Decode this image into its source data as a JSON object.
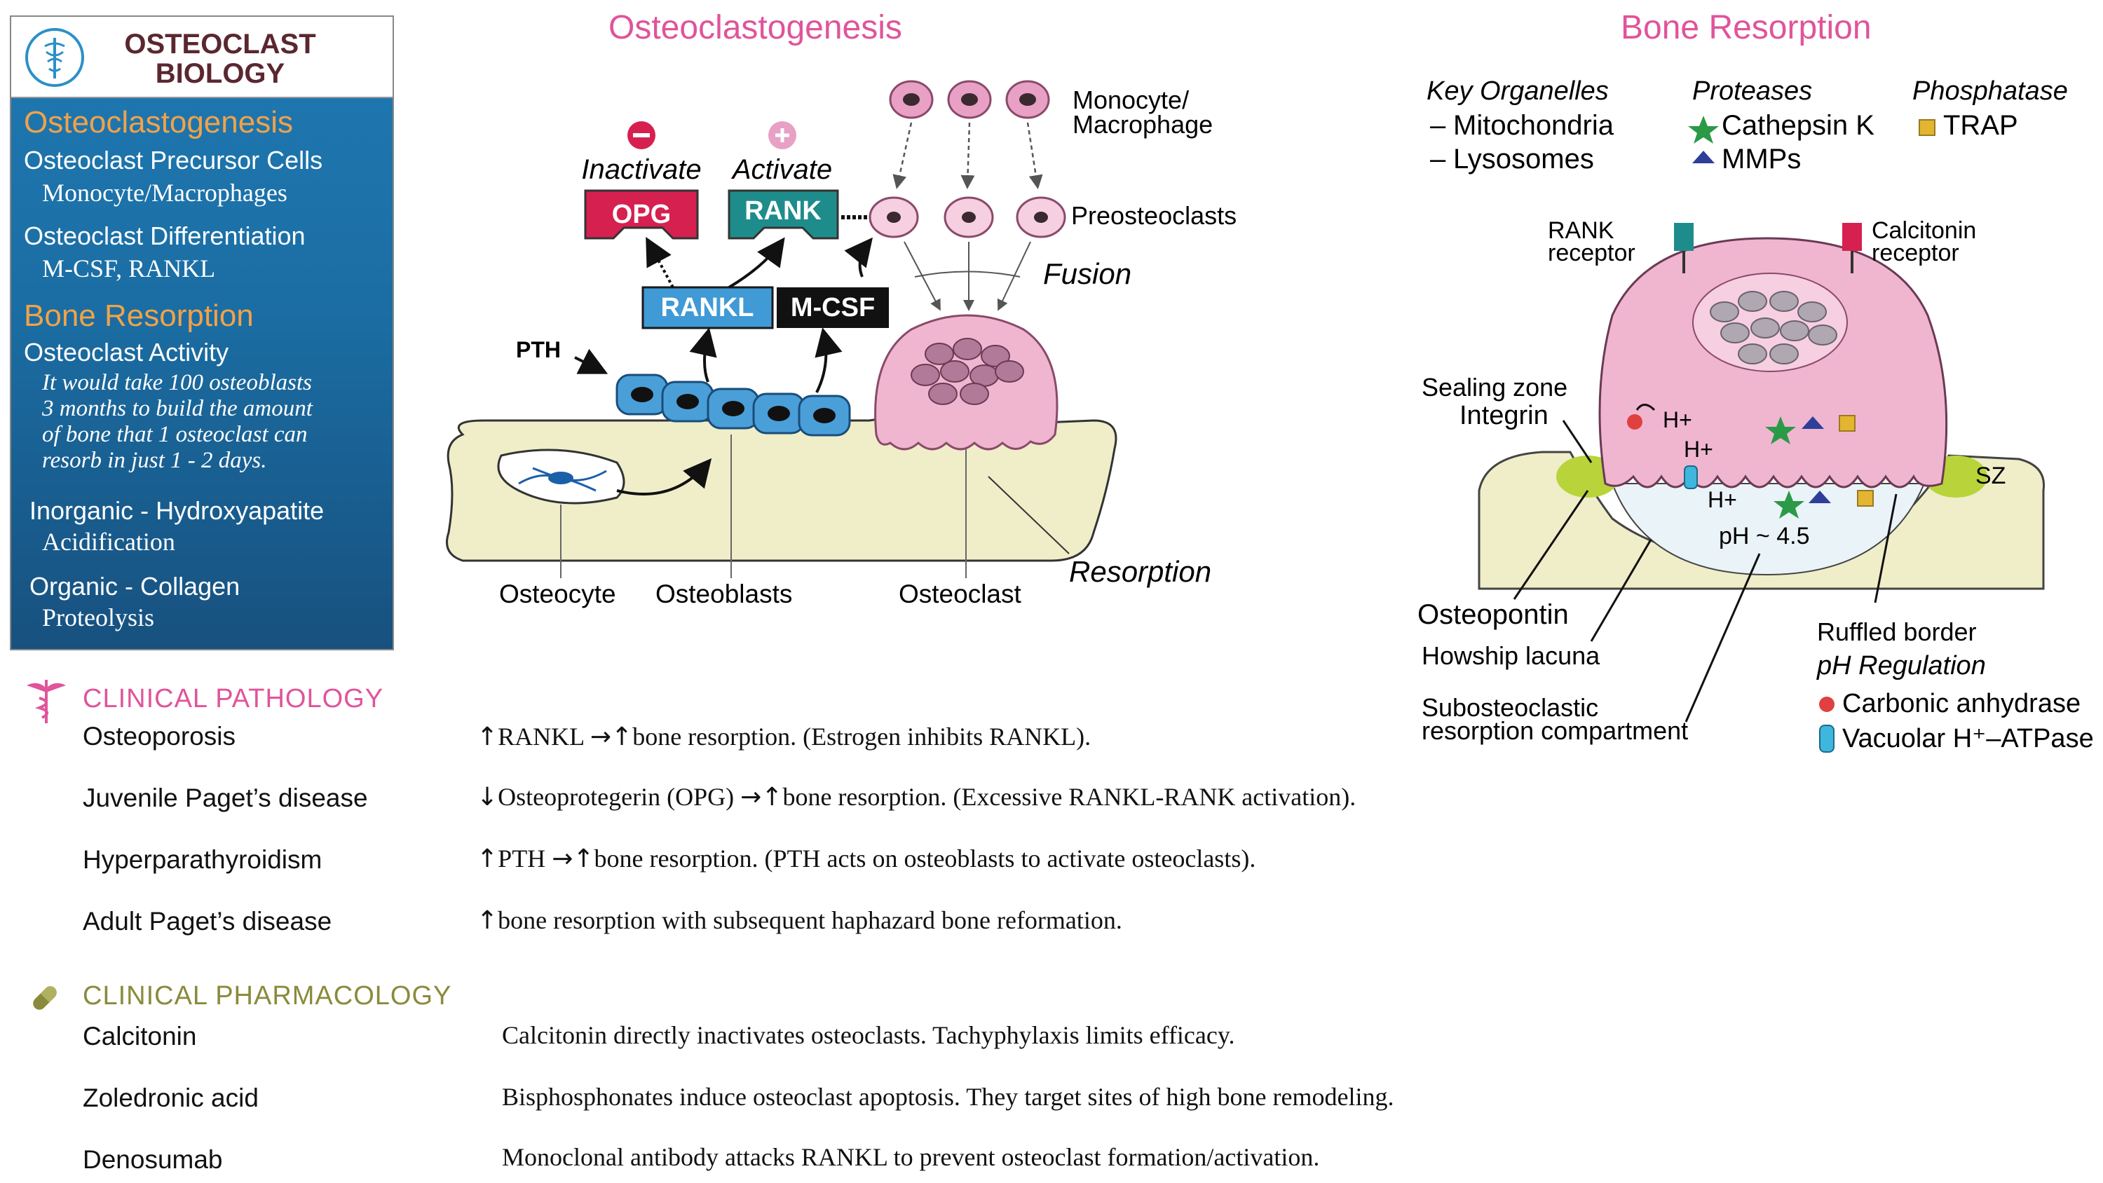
{
  "panel": {
    "title_line1": "OSTEOCLAST",
    "title_line2": "BIOLOGY",
    "osteoclastogenesis_heading": "Osteoclastogenesis",
    "precursor_label": "Osteoclast Precursor Cells",
    "precursor_value": "Monocyte/Macrophages",
    "differentiation_label": "Osteoclast Differentiation",
    "differentiation_value": "M-CSF, RANKL",
    "resorption_heading": "Bone Resorption",
    "activity_label": "Osteoclast Activity",
    "activity_note_1": "It would take 100 osteoblasts",
    "activity_note_2": "3 months to build the amount",
    "activity_note_3": "of bone that 1 osteoclast can",
    "activity_note_4": "resorb in just 1 - 2 days.",
    "inorganic_label": "Inorganic - Hydroxyapatite",
    "inorganic_value": "Acidification",
    "organic_label": "Organic - Collagen",
    "organic_value": "Proteolysis"
  },
  "osteoclastogenesis": {
    "title": "Osteoclastogenesis",
    "inactivate": "Inactivate",
    "activate": "Activate",
    "opg": "OPG",
    "rank": "RANK",
    "rankl": "RANKL",
    "mcsf": "M-CSF",
    "pth": "PTH",
    "monocyte_line1": "Monocyte/",
    "monocyte_line2": "Macrophage",
    "preosteoclasts": "Preosteoclasts",
    "fusion": "Fusion",
    "resorption": "Resorption",
    "osteocyte": "Osteocyte",
    "osteoblasts": "Osteoblasts",
    "osteoclast": "Osteoclast"
  },
  "bone_resorption": {
    "title": "Bone Resorption",
    "key_organelles": "Key Organelles",
    "mitochondria": "Mitochondria",
    "lysosomes": "Lysosomes",
    "proteases": "Proteases",
    "cathepsin": "Cathepsin K",
    "mmps": "MMPs",
    "phosphatase": "Phosphatase",
    "trap": "TRAP",
    "rank_receptor_1": "RANK",
    "rank_receptor_2": "receptor",
    "calcitonin_receptor_1": "Calcitonin",
    "calcitonin_receptor_2": "receptor",
    "sealing_zone": "Sealing zone",
    "integrin": "Integrin",
    "h1": "H+",
    "h2": "H+",
    "h3": "H+",
    "sz": "SZ",
    "ph": "pH ~ 4.5",
    "osteopontin": "Osteopontin",
    "howship": "Howship lacuna",
    "subosteoclastic_1": "Subosteoclastic",
    "subosteoclastic_2": "resorption compartment",
    "ruffled_border": "Ruffled border",
    "ph_regulation": "pH Regulation",
    "carbonic_anhydrase": "Carbonic anhydrase",
    "vacuolar_atpase": "Vacuolar H⁺–ATPase"
  },
  "clinical_pathology": {
    "heading": "CLINICAL PATHOLOGY",
    "rows": [
      {
        "label": "Osteoporosis",
        "a1": "↑",
        "t1": "RANKL ",
        "a2": "→",
        "a3": "↑",
        "t2": "bone resorption.  (Estrogen inhibits RANKL)."
      },
      {
        "label": "Juvenile Paget’s disease",
        "a1": "↓",
        "t1": "Osteoprotegerin (OPG) ",
        "a2": "→",
        "a3": "↑",
        "t2": "bone resorption. (Excessive RANKL-RANK activation)."
      },
      {
        "label": "Hyperparathyroidism",
        "a1": "↑",
        "t1": "PTH ",
        "a2": "→",
        "a3": "↑",
        "t2": "bone resorption.   (PTH acts on osteoblasts to activate osteoclasts)."
      },
      {
        "label": "Adult Paget’s disease",
        "a1": "↑",
        "t1": "bone resorption with subsequent haphazard bone reformation."
      }
    ]
  },
  "clinical_pharmacology": {
    "heading": "CLINICAL PHARMACOLOGY",
    "rows": [
      {
        "label": "Calcitonin",
        "text": "Calcitonin directly inactivates osteoclasts.  Tachyphylaxis limits efficacy."
      },
      {
        "label": "Zoledronic acid",
        "text": "Bisphosphonates induce osteoclast apoptosis.  They target sites of high bone remodeling."
      },
      {
        "label": "Denosumab",
        "text": "Monoclonal antibody attacks RANKL to prevent osteoclast formation/activation."
      }
    ]
  },
  "colors": {
    "panel_blue": "#1b6ea4",
    "panel_orange": "#f0a24a",
    "pink": "#e0549a",
    "olive": "#8a8a3c",
    "opg_red": "#d6204f",
    "rank_teal": "#1f8c8c",
    "rankl_blue": "#3f9ad6",
    "osteoblast_blue": "#4a9fd9",
    "bone_yellow": "#efeec9",
    "osteoclast_pink": "#f0b6d0",
    "cathepsin_green": "#2a9a47",
    "mmp_blue": "#2e3f9a",
    "trap_yellow": "#e3b530",
    "carbonic_red": "#e04040",
    "atpase_cyan": "#3fb6dd",
    "sz_green": "#b8d43a"
  },
  "icons": [
    "caduceus-icon",
    "pill-icon",
    "star-icon",
    "triangle-icon",
    "square-icon",
    "circle-icon",
    "cylinder-icon"
  ]
}
